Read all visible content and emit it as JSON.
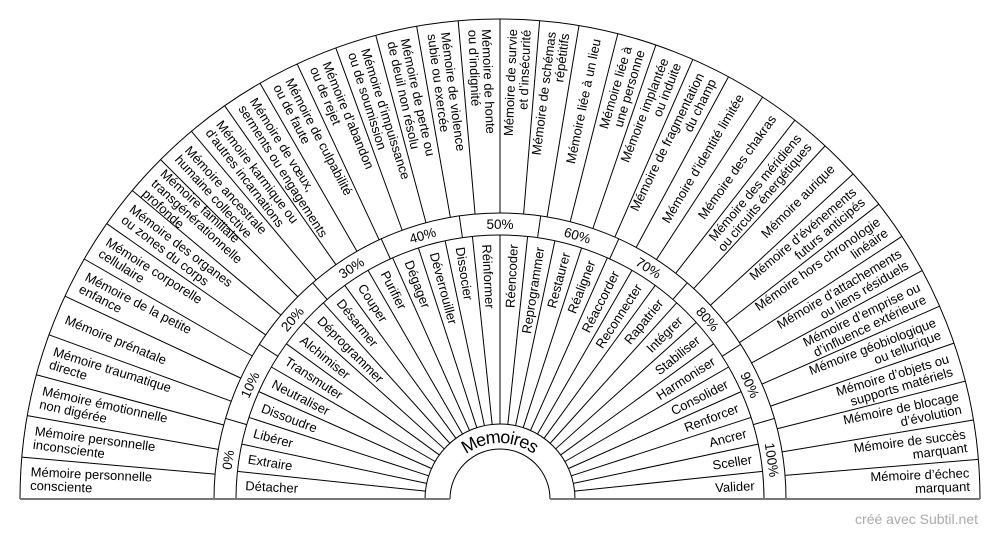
{
  "title": "Memoires",
  "footer": "créé avec Subtil.net",
  "percent_labels": [
    "0%",
    "10%",
    "20%",
    "30%",
    "40%",
    "50%",
    "60%",
    "70%",
    "80%",
    "90%",
    "100%"
  ],
  "verbs": [
    "Détacher",
    "Extraire",
    "Libérer",
    "Dissoudre",
    "Neutraliser",
    "Transmuter",
    "Alchimiser",
    "Déprogrammer",
    "Désarmer",
    "Couper",
    "Purifier",
    "Dégager",
    "Déverrouiller",
    "Dissocier",
    "Réinformer",
    "Réencoder",
    "Reprogrammer",
    "Restaurer",
    "Réaligner",
    "Réaccorder",
    "Reconnecter",
    "Rapatrier",
    "Intégrer",
    "Stabiliser",
    "Harmoniser",
    "Consolider",
    "Renforcer",
    "Ancrer",
    "Sceller",
    "Valider"
  ],
  "memories_left": [
    [
      "Mémoire personnelle",
      "consciente"
    ],
    [
      "Mémoire personnelle",
      "inconsciente"
    ],
    [
      "Mémoire émotionnelle",
      "non digérée"
    ],
    [
      "Mémoire traumatique",
      "directe"
    ],
    [
      "Mémoire prénatale"
    ],
    [
      "Mémoire de la petite",
      "enfance"
    ],
    [
      "Mémoire corporelle",
      "cellulaire"
    ],
    [
      "Mémoire des organes",
      "ou zones du corps"
    ],
    [
      "Mémoire familiale",
      "transgénérationnelle",
      "profonde"
    ],
    [
      "Mémoire ancestrale",
      "humaine collective"
    ],
    [
      "Mémoire karmique ou",
      "d’autres incarnations"
    ],
    [
      "Mémoire de vœux,",
      "serments ou engagements"
    ],
    [
      "Mémoire de culpabilité",
      "ou de faute"
    ],
    [
      "Mémoire d’abandon",
      "ou de rejet"
    ],
    [
      "Mémoire d’impuissance",
      "ou de soumission"
    ],
    [
      "Mémoire de perte ou",
      "de deuil non résolu"
    ],
    [
      "Mémoire de violence",
      "subie ou exercée"
    ],
    [
      "Mémoire de honte",
      "ou d’indignité"
    ]
  ],
  "memories_right": [
    [
      "Mémoire de survie",
      "et d’insécurité"
    ],
    [
      "Mémoire de schémas",
      "répétitifs"
    ],
    [
      "Mémoire liée à un lieu"
    ],
    [
      "Mémoire liée à",
      "une personne"
    ],
    [
      "Mémoire implantée",
      "ou induite"
    ],
    [
      "Mémoire de fragmentation",
      "du champ"
    ],
    [
      "Mémoire d’identité limitée"
    ],
    [
      "Mémoire des chakras"
    ],
    [
      "Mémoire des méridiens",
      "ou circuits énergétiques"
    ],
    [
      "Mémoire aurique"
    ],
    [
      "Mémoire d’événements",
      "futurs anticipés"
    ],
    [
      "Mémoire hors chronologie",
      "linéaire"
    ],
    [
      "Mémoire d’attachements",
      "ou liens résiduels"
    ],
    [
      "Mémoire d’emprise ou",
      "d’influence extérieure"
    ],
    [
      "Mémoire géobiologique",
      "ou tellurique"
    ],
    [
      "Mémoire d’objets ou",
      "supports matériels"
    ],
    [
      "Mémoire de blocage",
      "d’évolution"
    ],
    [
      "Mémoire de succès",
      "marquant"
    ],
    [
      "Mémoire d’échec",
      "marquant"
    ]
  ]
}
